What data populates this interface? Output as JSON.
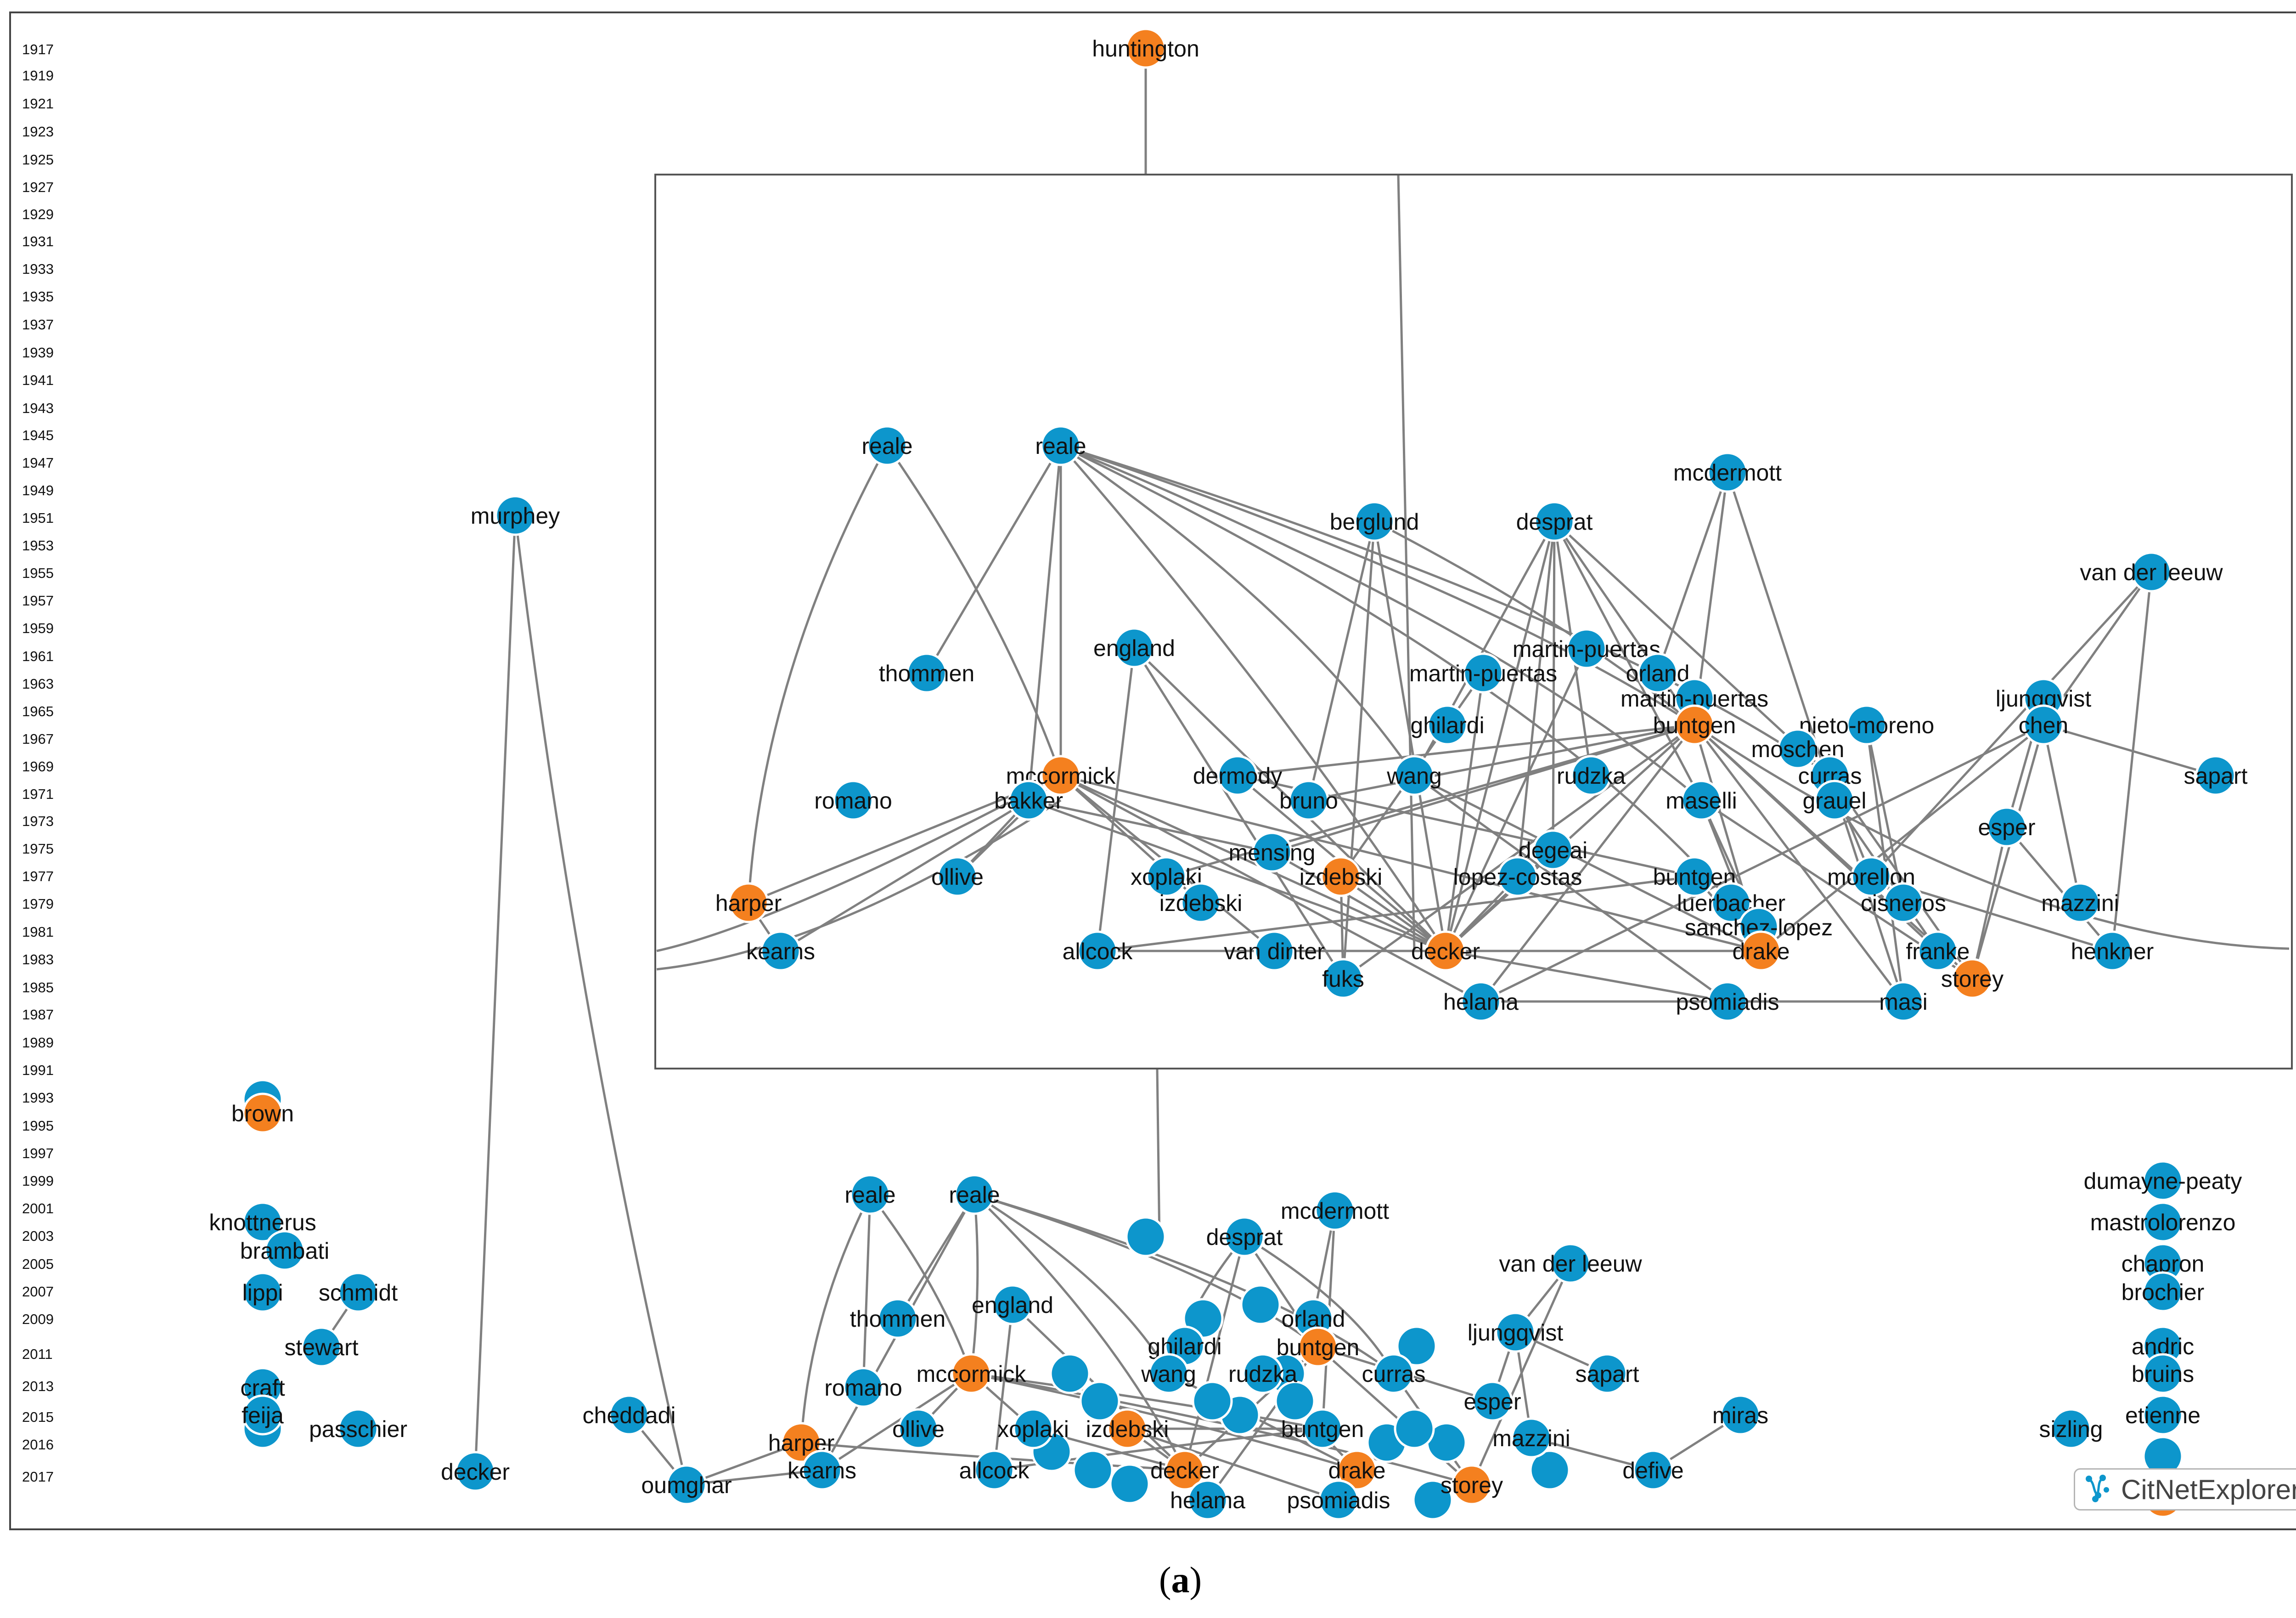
{
  "colors": {
    "blue": "#0d96cc",
    "orange": "#f4801f",
    "edge": "#808080"
  },
  "years": [
    "1917",
    "1919",
    "1921",
    "1923",
    "1925",
    "1927",
    "1929",
    "1931",
    "1933",
    "1935",
    "1937",
    "1939",
    "1941",
    "1943",
    "1945",
    "1947",
    "1949",
    "1951",
    "1953",
    "1955",
    "1957",
    "1959",
    "1961",
    "1963",
    "1965",
    "1967",
    "1969",
    "1971",
    "1973",
    "1975",
    "1977",
    "1979",
    "1981",
    "1983",
    "1985",
    "1987",
    "1989",
    "1991",
    "1993",
    "1995",
    "1997",
    "1999",
    "2001",
    "2003",
    "2005",
    "2007",
    "2009",
    "2011",
    "2013",
    "2015",
    "2016",
    "2017"
  ],
  "main_nodes": [
    {
      "id": "huntington",
      "label": "huntington",
      "color": "orange"
    },
    {
      "id": "murphey",
      "label": "murphey",
      "color": "blue"
    },
    {
      "id": "brown",
      "label": "brown",
      "color": "orange"
    },
    {
      "id": "knottnerus",
      "label": "knottnerus",
      "color": "blue"
    },
    {
      "id": "brambati",
      "label": "brambati",
      "color": "blue"
    },
    {
      "id": "lippi",
      "label": "lippi",
      "color": "blue"
    },
    {
      "id": "schmidt",
      "label": "schmidt",
      "color": "blue"
    },
    {
      "id": "stewart",
      "label": "stewart",
      "color": "blue"
    },
    {
      "id": "craft",
      "label": "craft",
      "color": "blue"
    },
    {
      "id": "feija",
      "label": "feija",
      "color": "blue"
    },
    {
      "id": "passchier",
      "label": "passchier",
      "color": "blue"
    },
    {
      "id": "decker_l",
      "label": "decker",
      "color": "blue"
    },
    {
      "id": "cheddadi",
      "label": "cheddadi",
      "color": "blue"
    },
    {
      "id": "oumghar",
      "label": "oumghar",
      "color": "blue"
    },
    {
      "id": "reale_a",
      "label": "reale",
      "color": "blue"
    },
    {
      "id": "reale_b",
      "label": "reale",
      "color": "blue"
    },
    {
      "id": "mcdermott",
      "label": "mcdermott",
      "color": "blue"
    },
    {
      "id": "desprat",
      "label": "desprat",
      "color": "blue"
    },
    {
      "id": "thommen",
      "label": "thommen",
      "color": "blue"
    },
    {
      "id": "england",
      "label": "england",
      "color": "blue"
    },
    {
      "id": "orland",
      "label": "orland",
      "color": "blue"
    },
    {
      "id": "ghilardi",
      "label": "ghilardi",
      "color": "blue"
    },
    {
      "id": "buntgen_o",
      "label": "buntgen",
      "color": "orange"
    },
    {
      "id": "ljungqvist",
      "label": "ljungqvist",
      "color": "blue"
    },
    {
      "id": "van_der_leeuw",
      "label": "van der leeuw",
      "color": "blue"
    },
    {
      "id": "sapart",
      "label": "sapart",
      "color": "blue"
    },
    {
      "id": "romano",
      "label": "romano",
      "color": "blue"
    },
    {
      "id": "mccormick",
      "label": "mccormick",
      "color": "orange"
    },
    {
      "id": "wang",
      "label": "wang",
      "color": "blue"
    },
    {
      "id": "rudzka",
      "label": "rudzka",
      "color": "blue"
    },
    {
      "id": "curras",
      "label": "curras",
      "color": "blue"
    },
    {
      "id": "harper",
      "label": "harper",
      "color": "orange"
    },
    {
      "id": "ollive",
      "label": "ollive",
      "color": "blue"
    },
    {
      "id": "xoplaki",
      "label": "xoplaki",
      "color": "blue"
    },
    {
      "id": "izdebski",
      "label": "izdebski",
      "color": "orange"
    },
    {
      "id": "buntgen_b",
      "label": "buntgen",
      "color": "blue"
    },
    {
      "id": "esper",
      "label": "esper",
      "color": "blue"
    },
    {
      "id": "mazzini",
      "label": "mazzini",
      "color": "blue"
    },
    {
      "id": "kearns",
      "label": "kearns",
      "color": "blue"
    },
    {
      "id": "allcock",
      "label": "allcock",
      "color": "blue"
    },
    {
      "id": "decker_m",
      "label": "decker",
      "color": "orange"
    },
    {
      "id": "helama",
      "label": "helama",
      "color": "blue"
    },
    {
      "id": "drake",
      "label": "drake",
      "color": "orange"
    },
    {
      "id": "psomiadis",
      "label": "psomiadis",
      "color": "blue"
    },
    {
      "id": "storey",
      "label": "storey",
      "color": "orange"
    },
    {
      "id": "miras",
      "label": "miras",
      "color": "blue"
    },
    {
      "id": "defive",
      "label": "defive",
      "color": "blue"
    },
    {
      "id": "dumayne_peaty",
      "label": "dumayne-peaty",
      "color": "blue"
    },
    {
      "id": "mastrolorenzo",
      "label": "mastrolorenzo",
      "color": "blue"
    },
    {
      "id": "chapron",
      "label": "chapron",
      "color": "blue"
    },
    {
      "id": "brochier",
      "label": "brochier",
      "color": "blue"
    },
    {
      "id": "andric",
      "label": "andric",
      "color": "blue"
    },
    {
      "id": "bruins",
      "label": "bruins",
      "color": "blue"
    },
    {
      "id": "etienne",
      "label": "etienne",
      "color": "blue"
    },
    {
      "id": "sizling",
      "label": "sizling",
      "color": "blue"
    }
  ],
  "inset_nodes": [
    {
      "id": "reale_a",
      "label": "reale",
      "color": "blue"
    },
    {
      "id": "reale_b",
      "label": "reale",
      "color": "blue"
    },
    {
      "id": "mcdermott",
      "label": "mcdermott",
      "color": "blue"
    },
    {
      "id": "berglund",
      "label": "berglund",
      "color": "blue"
    },
    {
      "id": "desprat",
      "label": "desprat",
      "color": "blue"
    },
    {
      "id": "van_der_leeuw",
      "label": "van der leeuw",
      "color": "blue"
    },
    {
      "id": "thommen",
      "label": "thommen",
      "color": "blue"
    },
    {
      "id": "england",
      "label": "england",
      "color": "blue"
    },
    {
      "id": "martin_puertas_a",
      "label": "martin-puertas",
      "color": "blue"
    },
    {
      "id": "martin_puertas_b",
      "label": "martin-puertas",
      "color": "blue"
    },
    {
      "id": "orland",
      "label": "orland",
      "color": "blue"
    },
    {
      "id": "martin_puertas_c",
      "label": "martin-puertas",
      "color": "blue"
    },
    {
      "id": "buntgen_o",
      "label": "buntgen",
      "color": "orange"
    },
    {
      "id": "nieto_moreno",
      "label": "nieto-moreno",
      "color": "blue"
    },
    {
      "id": "ljungqvist",
      "label": "ljungqvist",
      "color": "blue"
    },
    {
      "id": "chen",
      "label": "chen",
      "color": "blue"
    },
    {
      "id": "ghilardi",
      "label": "ghilardi",
      "color": "blue"
    },
    {
      "id": "moschen",
      "label": "moschen",
      "color": "blue"
    },
    {
      "id": "sapart",
      "label": "sapart",
      "color": "blue"
    },
    {
      "id": "mccormick",
      "label": "mccormick",
      "color": "orange"
    },
    {
      "id": "dermody",
      "label": "dermody",
      "color": "blue"
    },
    {
      "id": "wang",
      "label": "wang",
      "color": "blue"
    },
    {
      "id": "rudzka",
      "label": "rudzka",
      "color": "blue"
    },
    {
      "id": "curras",
      "label": "curras",
      "color": "blue"
    },
    {
      "id": "romano",
      "label": "romano",
      "color": "blue"
    },
    {
      "id": "bakker",
      "label": "bakker",
      "color": "blue"
    },
    {
      "id": "bruno",
      "label": "bruno",
      "color": "blue"
    },
    {
      "id": "maselli",
      "label": "maselli",
      "color": "blue"
    },
    {
      "id": "grauel",
      "label": "grauel",
      "color": "blue"
    },
    {
      "id": "esper",
      "label": "esper",
      "color": "blue"
    },
    {
      "id": "mensing",
      "label": "mensing",
      "color": "blue"
    },
    {
      "id": "degeai",
      "label": "degeai",
      "color": "blue"
    },
    {
      "id": "ollive",
      "label": "ollive",
      "color": "blue"
    },
    {
      "id": "xoplaki",
      "label": "xoplaki",
      "color": "blue"
    },
    {
      "id": "izdebski_o",
      "label": "izdebski",
      "color": "orange"
    },
    {
      "id": "lopez_costas",
      "label": "lopez-costas",
      "color": "blue"
    },
    {
      "id": "buntgen_b",
      "label": "buntgen",
      "color": "blue"
    },
    {
      "id": "morellon",
      "label": "morellon",
      "color": "blue"
    },
    {
      "id": "harper",
      "label": "harper",
      "color": "orange"
    },
    {
      "id": "izdebski_b",
      "label": "izdebski",
      "color": "blue"
    },
    {
      "id": "luerbacher",
      "label": "luerbacher",
      "color": "blue"
    },
    {
      "id": "cisneros",
      "label": "cisneros",
      "color": "blue"
    },
    {
      "id": "mazzini",
      "label": "mazzini",
      "color": "blue"
    },
    {
      "id": "sanchez_lopez",
      "label": "sanchez-lopez",
      "color": "blue"
    },
    {
      "id": "kearns",
      "label": "kearns",
      "color": "blue"
    },
    {
      "id": "allcock",
      "label": "allcock",
      "color": "blue"
    },
    {
      "id": "van_dinter",
      "label": "van dinter",
      "color": "blue"
    },
    {
      "id": "decker",
      "label": "decker",
      "color": "orange"
    },
    {
      "id": "drake",
      "label": "drake",
      "color": "orange"
    },
    {
      "id": "franke",
      "label": "franke",
      "color": "blue"
    },
    {
      "id": "henkner",
      "label": "henkner",
      "color": "blue"
    },
    {
      "id": "fuks",
      "label": "fuks",
      "color": "blue"
    },
    {
      "id": "storey",
      "label": "storey",
      "color": "orange"
    },
    {
      "id": "helama",
      "label": "helama",
      "color": "blue"
    },
    {
      "id": "psomiadis",
      "label": "psomiadis",
      "color": "blue"
    },
    {
      "id": "masi",
      "label": "masi",
      "color": "blue"
    }
  ],
  "brand": {
    "name": "CitNetExplorer",
    "icon": "citnetexplorer-logo-icon"
  },
  "caption": {
    "open": "(",
    "letter": "a",
    "close": ")"
  }
}
